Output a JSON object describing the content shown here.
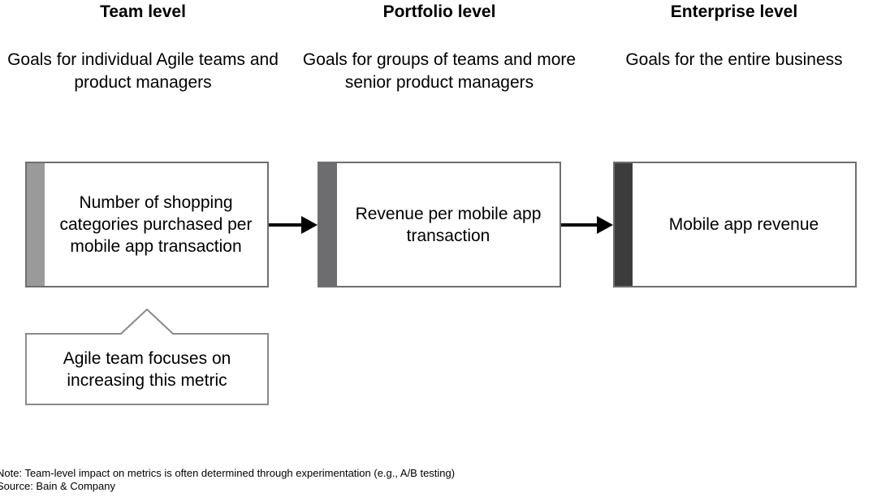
{
  "columns": [
    {
      "heading": "Team level",
      "description": "Goals for individual Agile teams and product managers",
      "metric": "Number of shopping categories purchased per mobile app transaction",
      "bar_color": "#9a9a9a"
    },
    {
      "heading": "Portfolio level",
      "description": "Goals for groups of teams and more senior product managers",
      "metric": "Revenue per mobile app transaction",
      "bar_color": "#6d6d6f"
    },
    {
      "heading": "Enterprise level",
      "description": "Goals for the entire business",
      "metric": "Mobile app revenue",
      "bar_color": "#3c3c3d"
    }
  ],
  "callout": {
    "text": "Agile team focuses on increasing this metric"
  },
  "footer": {
    "note": "Note: Team-level impact on metrics is often determined through experimentation (e.g., A/B testing)",
    "source": "Source: Bain & Company"
  },
  "colors": {
    "box_border": "#6f6f6f",
    "arrow": "#000000",
    "callout_border": "#8a8a8a"
  }
}
